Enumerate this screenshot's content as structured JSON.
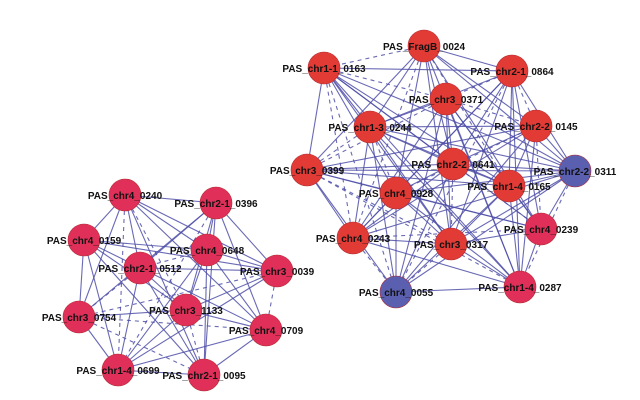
{
  "colors": {
    "red": "#e23b36",
    "pink": "#e0305a",
    "blue": "#5a5fb0",
    "edge": "#4f4fa8"
  },
  "clusters": [
    {
      "name": "left",
      "nodes": [
        {
          "id": "PAS_chr4_0240",
          "color": "pink"
        },
        {
          "id": "PAS_chr2-1_0396",
          "color": "pink"
        },
        {
          "id": "PAS_chr4_0159",
          "color": "pink"
        },
        {
          "id": "PAS_chr4_0648",
          "color": "pink"
        },
        {
          "id": "PAS_chr2-1_0512",
          "color": "pink"
        },
        {
          "id": "PAS_chr3_0039",
          "color": "pink"
        },
        {
          "id": "PAS_chr3_0754",
          "color": "pink"
        },
        {
          "id": "PAS_chr3_1133",
          "color": "pink"
        },
        {
          "id": "PAS_chr4_0709",
          "color": "pink"
        },
        {
          "id": "PAS_chr1-4_0699",
          "color": "pink"
        },
        {
          "id": "PAS_chr2-1_0095",
          "color": "pink"
        }
      ]
    },
    {
      "name": "right",
      "nodes": [
        {
          "id": "PAS_FragB_0024",
          "color": "red"
        },
        {
          "id": "PAS_chr1-1_0163",
          "color": "red"
        },
        {
          "id": "PAS_chr2-1_0864",
          "color": "red"
        },
        {
          "id": "PAS_chr3_0371",
          "color": "red"
        },
        {
          "id": "PAS_chr1-3_0244",
          "color": "red"
        },
        {
          "id": "PAS_chr2-2_0145",
          "color": "red"
        },
        {
          "id": "PAS_chr2-2_0641",
          "color": "red"
        },
        {
          "id": "PAS_chr3_0399",
          "color": "red"
        },
        {
          "id": "PAS_chr2-2_0311",
          "color": "blue"
        },
        {
          "id": "PAS_chr4_0928",
          "color": "red"
        },
        {
          "id": "PAS_chr1-4_0165",
          "color": "red"
        },
        {
          "id": "PAS_chr4_0239",
          "color": "pink"
        },
        {
          "id": "PAS_chr4_0243",
          "color": "red"
        },
        {
          "id": "PAS_chr3_0317",
          "color": "red"
        },
        {
          "id": "PAS_chr4_0055",
          "color": "blue"
        },
        {
          "id": "PAS_chr1-4_0287",
          "color": "pink"
        }
      ]
    }
  ]
}
